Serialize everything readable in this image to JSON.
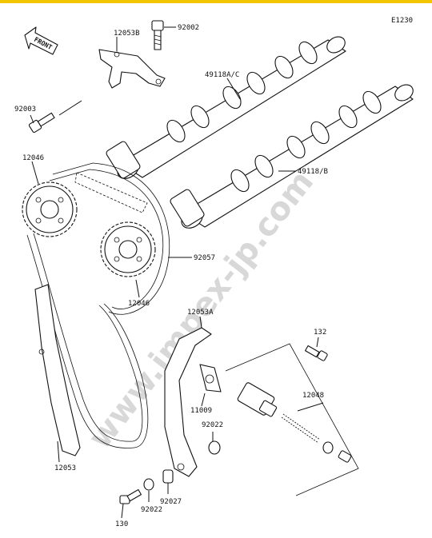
{
  "diagram_code": "E1230",
  "watermark": "www.impex-jp.com",
  "front_label": "FRONT",
  "parts": {
    "p92002": "92002",
    "p12053B": "12053B",
    "p49118AC": "49118A/C",
    "p92003": "92003",
    "p12046_top": "12046",
    "p49118B": "49118/B",
    "p92057": "92057",
    "p12046_low": "12046",
    "p12053A": "12053A",
    "p132": "132",
    "p11009": "11009",
    "p12048": "12048",
    "p92022_a": "92022",
    "p12053": "12053",
    "p92027": "92027",
    "p92022_b": "92022",
    "p130": "130"
  },
  "colors": {
    "accent_bar": "#f2c500",
    "line": "#111111",
    "watermark": "#d8d8d8"
  }
}
